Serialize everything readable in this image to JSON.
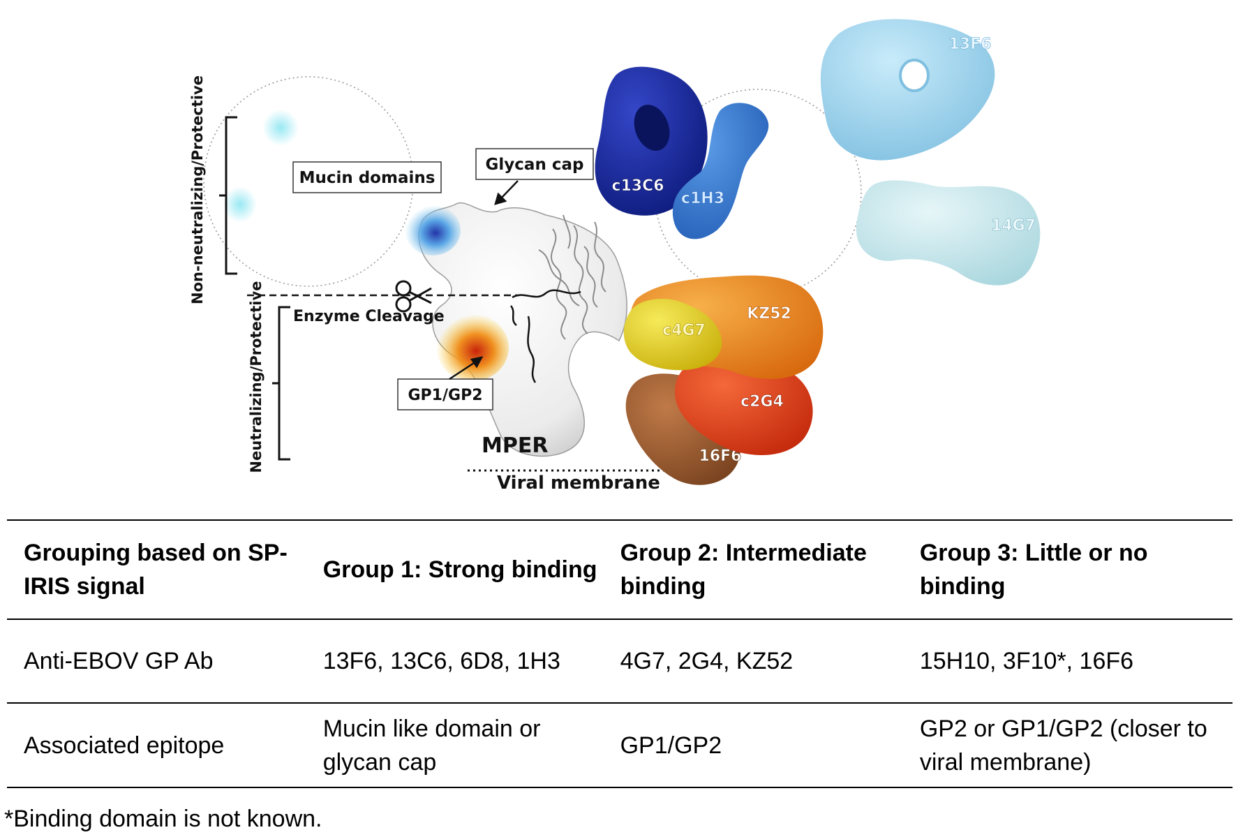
{
  "figure": {
    "labels": {
      "non_neutralizing": "Non-neutralizing/Protective",
      "neutralizing": "Neutralizing/Protective",
      "mucin_domains": "Mucin domains",
      "glycan_cap": "Glycan cap",
      "enzyme_cleavage": "Enzyme Cleavage",
      "gp1_gp2": "GP1/GP2",
      "mper": "MPER",
      "viral_membrane": "Viral membrane"
    },
    "antibodies": [
      {
        "name": "c13C6",
        "color": "#1a2ea8"
      },
      {
        "name": "c1H3",
        "color": "#3a7fd6"
      },
      {
        "name": "13F6",
        "color": "#9fd4ef"
      },
      {
        "name": "14G7",
        "color": "#c4e6ec"
      },
      {
        "name": "c4G7",
        "color": "#e8d21a"
      },
      {
        "name": "KZ52",
        "color": "#ee8a1c"
      },
      {
        "name": "c2G4",
        "color": "#e2421a"
      },
      {
        "name": "16F6",
        "color": "#9a5a30"
      }
    ]
  },
  "table": {
    "header": [
      "Grouping based on SP-IRIS signal",
      "Group 1: Strong binding",
      "Group 2: Intermediate binding",
      "Group 3: Little or no binding"
    ],
    "rows": [
      [
        "Anti-EBOV GP Ab",
        "13F6, 13C6, 6D8, 1H3",
        "4G7, 2G4, KZ52",
        "15H10, 3F10*, 16F6"
      ],
      [
        "Associated epitope",
        "Mucin like domain or glycan cap",
        "GP1/GP2",
        "GP2 or GP1/GP2 (closer to viral membrane)"
      ]
    ]
  },
  "footnote": "*Binding domain is not known."
}
